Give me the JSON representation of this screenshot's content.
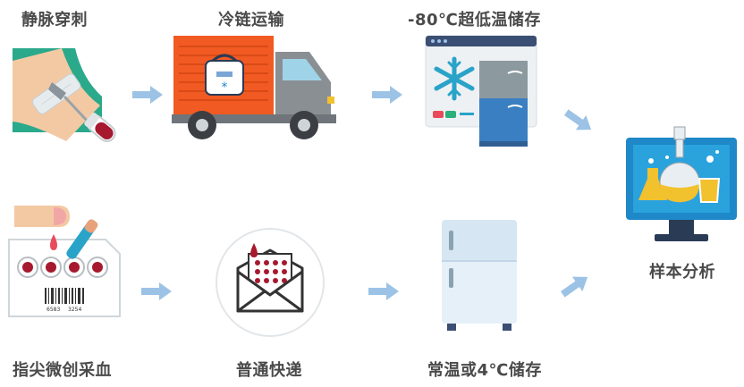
{
  "steps": {
    "venipuncture": "静脉穿刺",
    "cold_chain": "冷链运输",
    "frozen_storage": "-80℃超低温储存",
    "finger_prick": "指尖微创采血",
    "regular_mail": "普通快递",
    "room_temp_storage": "常温或4℃储存",
    "sample_analysis": "样本分析"
  },
  "card": {
    "barcode_left": "6583",
    "barcode_right": "3254"
  },
  "colors": {
    "arrow": "#9cc3e6",
    "truck_orange": "#f15a22",
    "monitor_blue": "#1e88c8",
    "blood_red": "#a6192e"
  }
}
